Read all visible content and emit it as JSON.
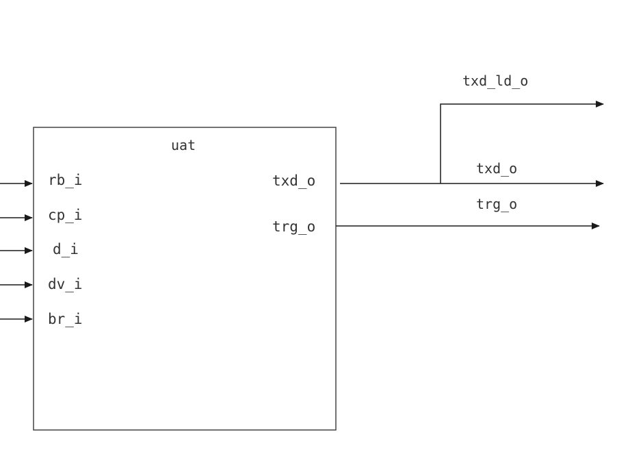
{
  "block": {
    "title": "uat"
  },
  "inputs": [
    {
      "label": "rb_i"
    },
    {
      "label": "cp_i"
    },
    {
      "label": "d_i"
    },
    {
      "label": "dv_i"
    },
    {
      "label": "br_i"
    }
  ],
  "outputs": [
    {
      "label": "txd_o"
    },
    {
      "label": "trg_o"
    }
  ],
  "wires": {
    "txd_ld": "txd_ld_o",
    "txd": "txd_o",
    "trg": "trg_o"
  },
  "colors": {
    "line": "#333333",
    "text": "#333333",
    "background": "#ffffff"
  }
}
